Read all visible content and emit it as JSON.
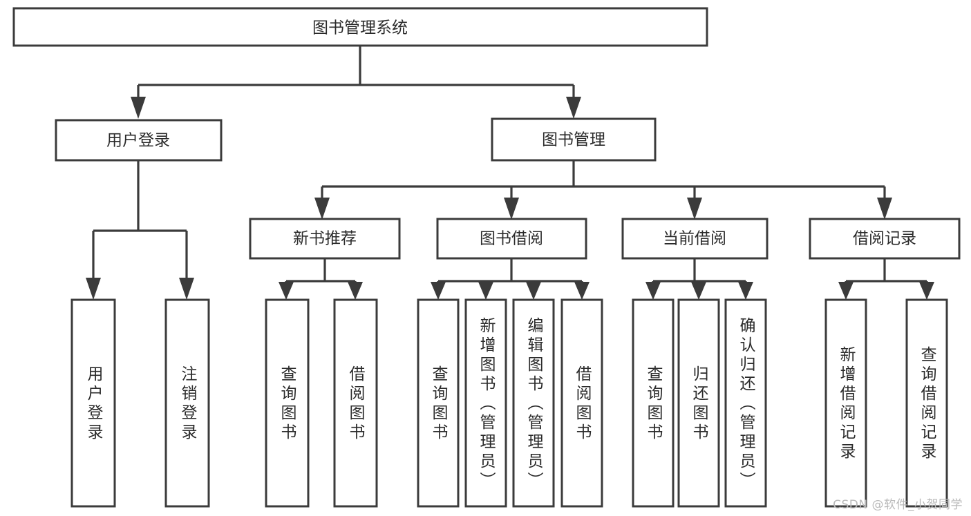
{
  "diagram": {
    "type": "tree-hierarchy-chart",
    "title": "图书管理系统",
    "watermark": "CSDN @软件_小贺同学",
    "colors": {
      "stroke": "#3b3b3b",
      "fill": "#ffffff",
      "text": "#2b2b2b",
      "watermark": "#b9b9b9"
    },
    "levels": [
      {
        "level": 0,
        "nodes": [
          {
            "id": "root",
            "label": "图书管理系统",
            "orientation": "horizontal"
          }
        ]
      },
      {
        "level": 1,
        "nodes": [
          {
            "id": "login",
            "label": "用户登录",
            "orientation": "horizontal",
            "parent": "root"
          },
          {
            "id": "bookmgmt",
            "label": "图书管理",
            "orientation": "horizontal",
            "parent": "root"
          }
        ]
      },
      {
        "level": 2,
        "nodes": [
          {
            "id": "newbook",
            "label": "新书推荐",
            "orientation": "horizontal",
            "parent": "bookmgmt"
          },
          {
            "id": "borrow",
            "label": "图书借阅",
            "orientation": "horizontal",
            "parent": "bookmgmt"
          },
          {
            "id": "current",
            "label": "当前借阅",
            "orientation": "horizontal",
            "parent": "bookmgmt"
          },
          {
            "id": "record",
            "label": "借阅记录",
            "orientation": "horizontal",
            "parent": "bookmgmt"
          }
        ]
      },
      {
        "level": 3,
        "nodes": [
          {
            "id": "leaf1",
            "label": "用户登录",
            "orientation": "vertical",
            "parent": "login"
          },
          {
            "id": "leaf2",
            "label": "注销登录",
            "orientation": "vertical",
            "parent": "login"
          },
          {
            "id": "leaf3",
            "label": "查询图书",
            "orientation": "vertical",
            "parent": "newbook"
          },
          {
            "id": "leaf4",
            "label": "借阅图书",
            "orientation": "vertical",
            "parent": "newbook"
          },
          {
            "id": "leaf5",
            "label": "查询图书",
            "orientation": "vertical",
            "parent": "borrow"
          },
          {
            "id": "leaf6",
            "label": "新增图书（管理员）",
            "orientation": "vertical",
            "parent": "borrow"
          },
          {
            "id": "leaf7",
            "label": "编辑图书（管理员）",
            "orientation": "vertical",
            "parent": "borrow"
          },
          {
            "id": "leaf8",
            "label": "借阅图书",
            "orientation": "vertical",
            "parent": "borrow"
          },
          {
            "id": "leaf9",
            "label": "查询图书",
            "orientation": "vertical",
            "parent": "current"
          },
          {
            "id": "leaf10",
            "label": "归还图书",
            "orientation": "vertical",
            "parent": "current"
          },
          {
            "id": "leaf11",
            "label": "确认归还（管理员）",
            "orientation": "vertical",
            "parent": "current"
          },
          {
            "id": "leaf12",
            "label": "新增借阅记录",
            "orientation": "vertical",
            "parent": "record"
          },
          {
            "id": "leaf13",
            "label": "查询借阅记录",
            "orientation": "vertical",
            "parent": "record"
          }
        ]
      }
    ]
  }
}
